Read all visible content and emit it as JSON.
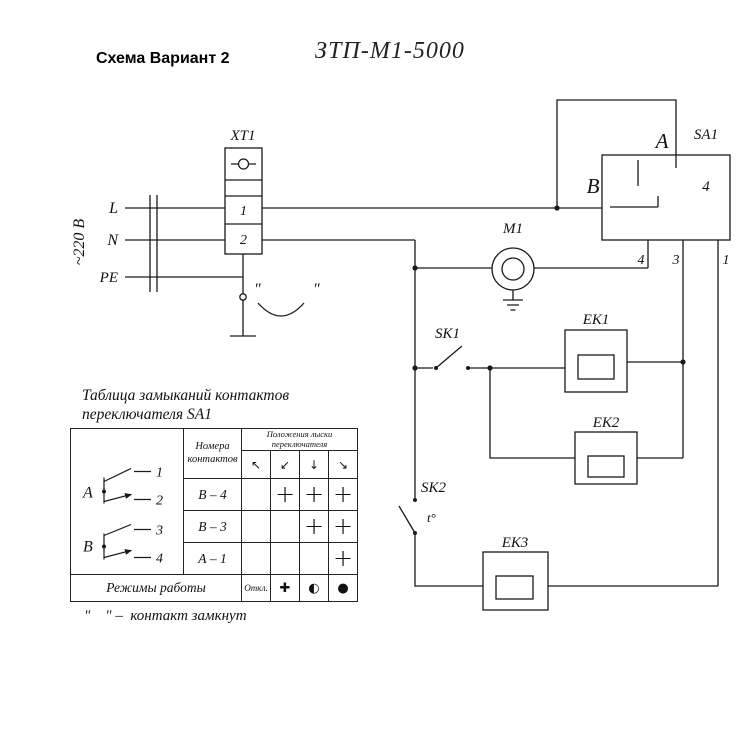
{
  "header": {
    "title": "Схема Вариант 2",
    "model": "ЗТП-М1-5000"
  },
  "schematic": {
    "voltage": "~220 В",
    "line_l": "L",
    "line_n": "N",
    "line_pe": "PE",
    "xt1": {
      "label": "ХТ1",
      "t1": "1",
      "t2": "2"
    },
    "sa1": {
      "label": "SA1",
      "a": "А",
      "b": "В",
      "inner4": "4",
      "lead4": "4",
      "lead3": "3",
      "lead1": "1"
    },
    "m1": "М1",
    "sk1": "SK1",
    "sk2": "SK2",
    "t_deg": "t°",
    "ek1": "ЕК1",
    "ek2": "ЕК2",
    "ek3": "ЕК3",
    "quote_l": "\"",
    "quote_r": "\""
  },
  "table": {
    "title1": "Таблица замыканий контактов",
    "title2": "переключателя SA1",
    "contacts_header1": "Номера",
    "contacts_header2": "контактов",
    "positions_header1": "Положения лыски",
    "positions_header2": "переключателя",
    "switch_a": "А",
    "switch_b": "В",
    "contact_nums": [
      "1",
      "2",
      "3",
      "4"
    ],
    "position_arrows": [
      "↖",
      "↙",
      "↓",
      "↘"
    ],
    "rows": [
      {
        "label": "В – 4",
        "marks": [
          "",
          "+",
          "+",
          "+"
        ]
      },
      {
        "label": "В – 3",
        "marks": [
          "",
          "",
          "+",
          "+"
        ]
      },
      {
        "label": "А – 1",
        "marks": [
          "",
          "",
          "",
          "+"
        ]
      }
    ],
    "modes_label": "Режимы работы",
    "mode_off": "Откл.",
    "mode_fan": "✚",
    "mode_half": "◐",
    "mode_full": "●"
  },
  "footnote": "\"    \" –  контакт замкнут"
}
